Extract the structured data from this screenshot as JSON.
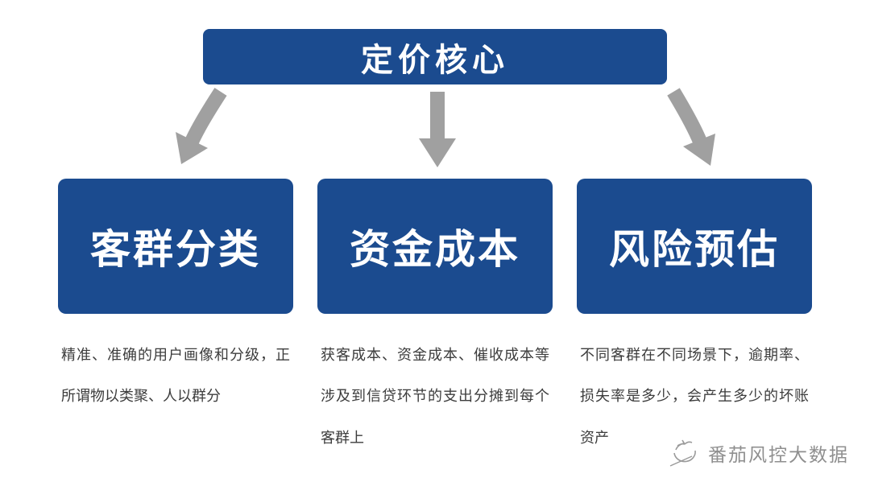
{
  "title": "定价核心",
  "nodes": [
    {
      "label": "客群分类",
      "description": "精准、准确的用户画像和分级，正所谓物以类聚、人以群分"
    },
    {
      "label": "资金成本",
      "description": "获客成本、资金成本、催收成本等涉及到信贷环节的支出分摊到每个客群上"
    },
    {
      "label": "风险预估",
      "description": "不同客群在不同场景下，逾期率、损失率是多少，会产生多少的坏账资产"
    }
  ],
  "watermark": "番茄风控大数据",
  "colors": {
    "box_blue": "#1b4b8f",
    "arrow_gray": "#a0a0a0",
    "description_text": "#3c3c3c",
    "watermark_gray": "#8f8f8f"
  }
}
